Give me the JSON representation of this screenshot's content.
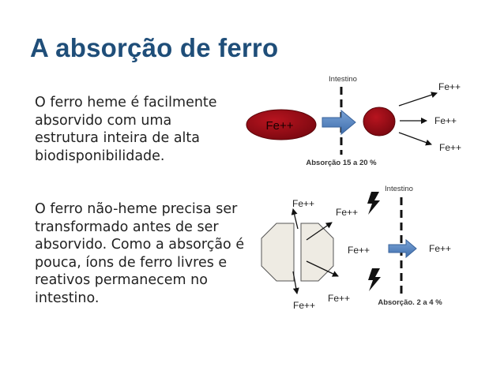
{
  "title": "A absorção de ferro",
  "colors": {
    "title": "#1f4e79",
    "cell_red": "#8b0a14",
    "arrow_blue": "#4f81bd",
    "octagon_fill": "#eeebe3"
  },
  "paragraphs": {
    "heme": "O ferro heme é facilmente absorvido com uma estrutura inteira de alta biodisponibilidade.",
    "non_heme": "O ferro não-heme precisa ser transformado antes de ser absorvido. Como a absorção é pouca, íons de ferro livres e reativos permanecem no intestino."
  },
  "diagram_heme": {
    "intestine_label": "Intestino",
    "molecule_label": "Fe++",
    "products": [
      "Fe++",
      "Fe++",
      "Fe++"
    ],
    "absorption_label": "Absorção 15 a 20 %"
  },
  "diagram_non_heme": {
    "intestine_label": "Intestino",
    "ion_labels": [
      "Fe++",
      "Fe++",
      "Fe++",
      "Fe++",
      "Fe++"
    ],
    "absorbed_label": "Fe++",
    "absorption_label": "Absorção. 2 a 4 %",
    "bolt_icon": "lightning-bolt-icon"
  }
}
